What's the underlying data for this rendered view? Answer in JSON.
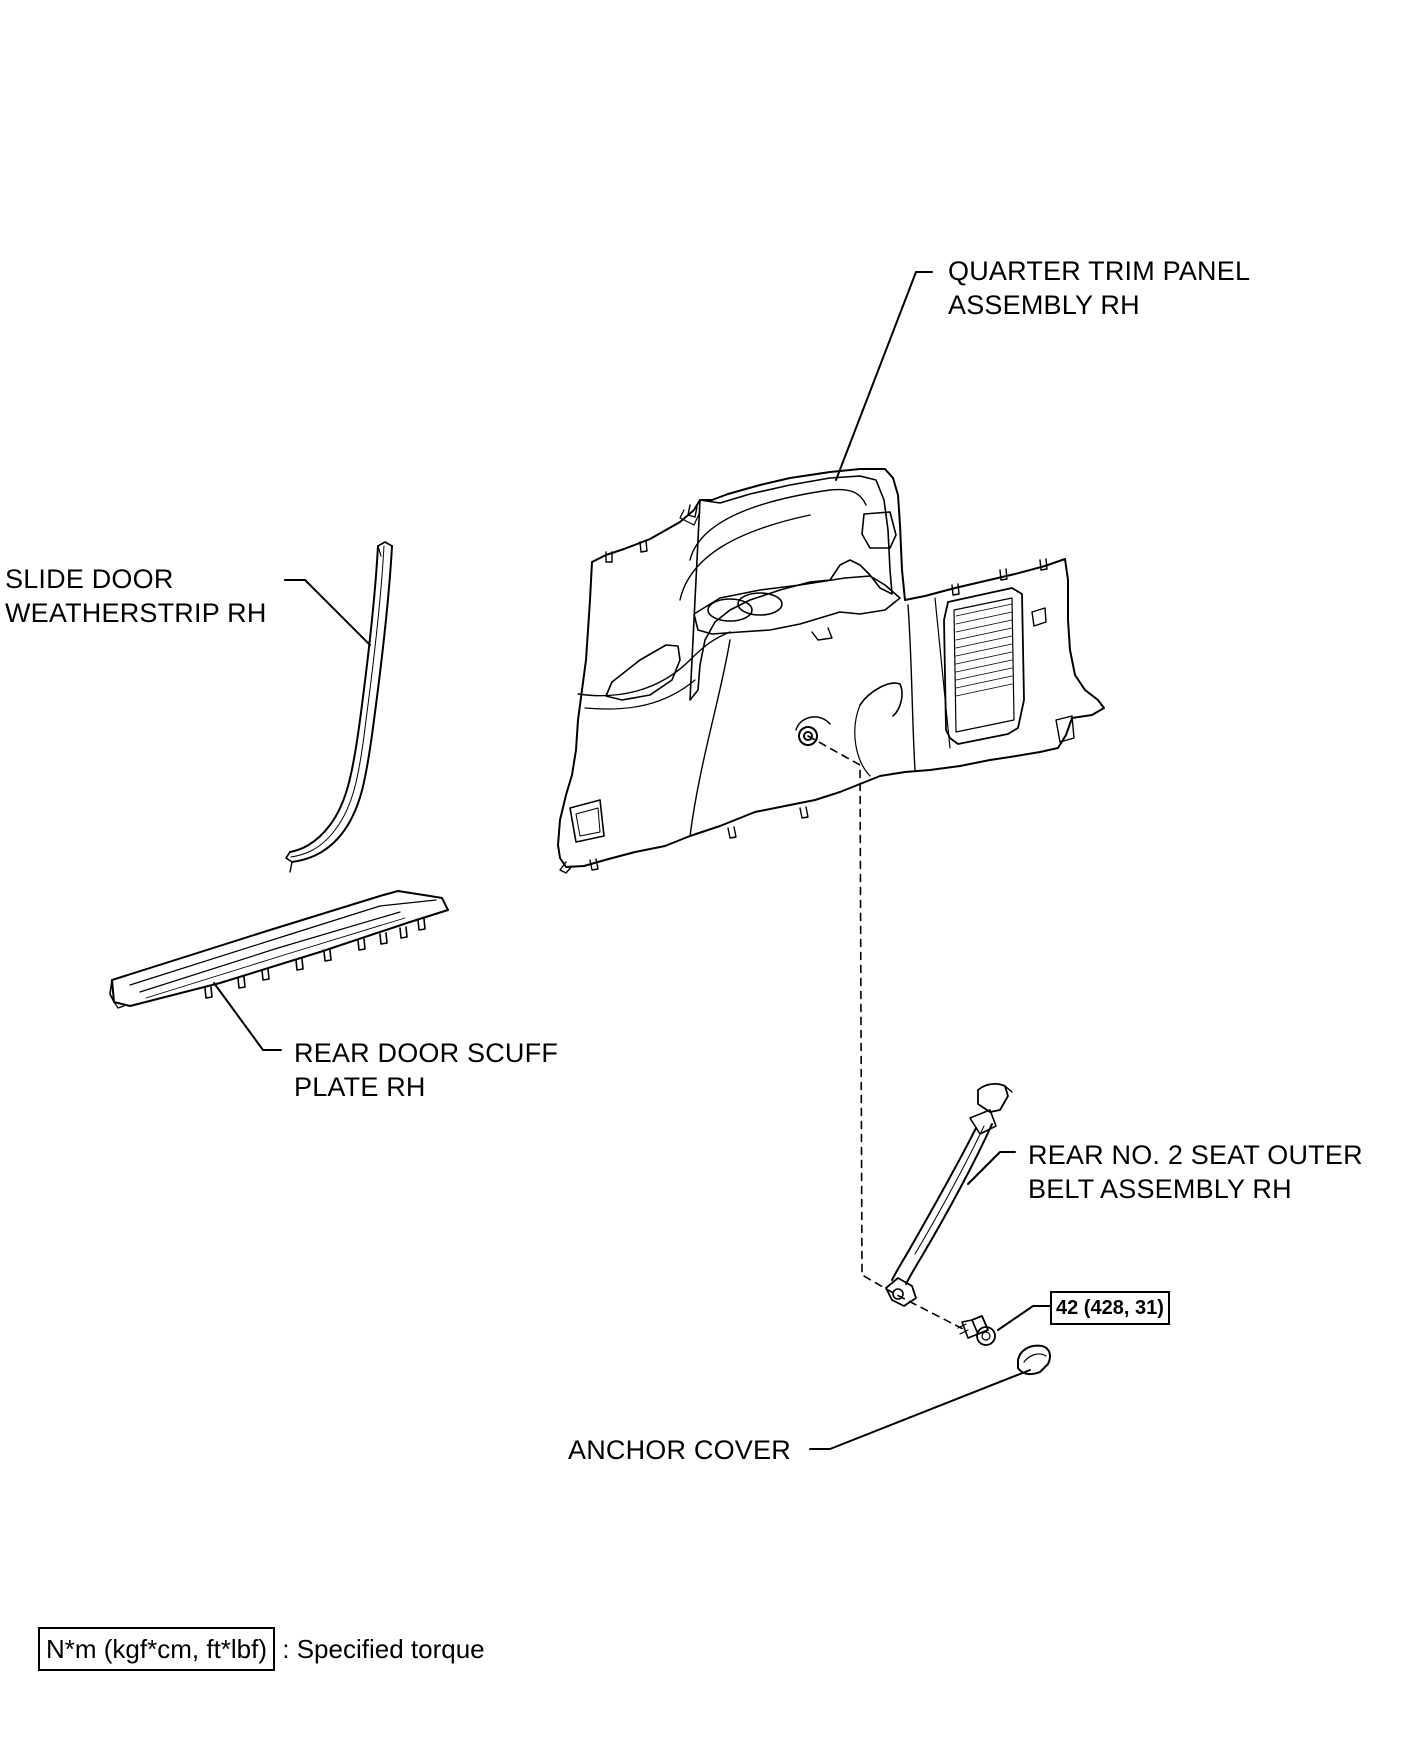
{
  "labels": {
    "quarter_trim": [
      "QUARTER TRIM PANEL",
      "ASSEMBLY RH"
    ],
    "weatherstrip": [
      "SLIDE DOOR",
      "WEATHERSTRIP RH"
    ],
    "scuff_plate": [
      "REAR DOOR SCUFF",
      "PLATE RH"
    ],
    "seat_belt": [
      "REAR NO. 2 SEAT OUTER",
      "BELT ASSEMBLY RH"
    ],
    "anchor_cover": "ANCHOR COVER"
  },
  "torque_value": "42 (428, 31)",
  "legend": {
    "unit_box": "N*m (kgf*cm, ft*lbf)",
    "description": ": Specified torque"
  }
}
